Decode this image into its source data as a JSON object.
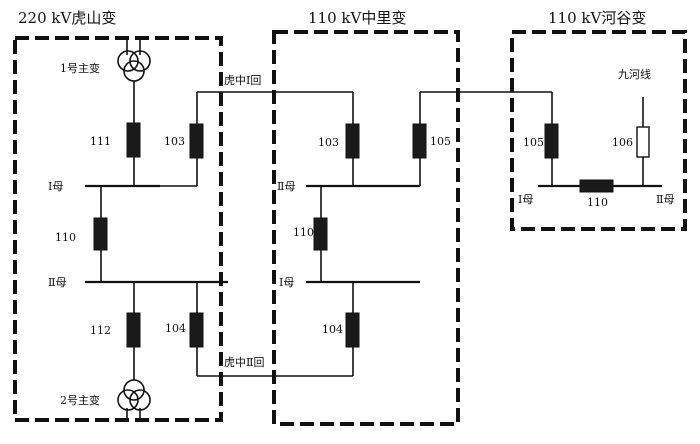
{
  "stations": {
    "hushan": "220 kV虎山变",
    "zhongli": "110 kV中里变",
    "hegu": "110 kV河谷变"
  },
  "transformers": {
    "t1": "1号主变",
    "t2": "2号主变"
  },
  "lines": {
    "line1": "虎中Ⅰ回",
    "line2": "虎中Ⅱ回",
    "jiuhe": "九河线"
  },
  "buses": {
    "hs_bus1": "Ⅰ母",
    "hs_bus2": "Ⅱ母",
    "zl_bus2": "Ⅱ母",
    "zl_bus1": "Ⅰ母",
    "hg_bus1": "Ⅰ母",
    "hg_bus2": "Ⅱ母"
  },
  "breakers": {
    "hs_111": "111",
    "hs_103": "103",
    "hs_110": "110",
    "hs_112": "112",
    "hs_104": "104",
    "zl_103": "103",
    "zl_105": "105",
    "zl_110": "110",
    "zl_104": "104",
    "hg_105": "105",
    "hg_106": "106",
    "hg_110": "110"
  },
  "colors": {
    "line": "#111111",
    "breaker_closed": "#1a1a1a",
    "breaker_open": "#ffffff",
    "background": "#ffffff"
  }
}
